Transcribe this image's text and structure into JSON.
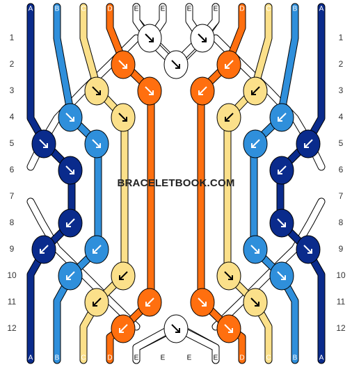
{
  "strings_top": [
    "A",
    "B",
    "C",
    "D",
    "E",
    "E",
    "E",
    "E",
    "D",
    "C",
    "B",
    "A"
  ],
  "strings_bottom": [
    "A",
    "B",
    "C",
    "D",
    "E",
    "E",
    "E",
    "E",
    "D",
    "C",
    "B",
    "A"
  ],
  "string_colors": {
    "A": "#0a2b8c",
    "B": "#2f8fdb",
    "C": "#fbe08a",
    "D": "#ff6f0f",
    "E": "#ffffff"
  },
  "rows_left": [
    "1",
    "2",
    "3",
    "4",
    "5",
    "6",
    "7",
    "8",
    "9",
    "10",
    "11",
    "12"
  ],
  "rows_right": [
    "1",
    "2",
    "3",
    "4",
    "5",
    "6",
    "7",
    "8",
    "9",
    "10",
    "11",
    "12"
  ],
  "watermark": "BRACELETBOOK.COM",
  "knots": [
    {
      "row": 1,
      "col": 4,
      "color": "E",
      "dir": "se"
    },
    {
      "row": 1,
      "col": 6,
      "color": "E",
      "dir": "se"
    },
    {
      "row": 2,
      "col": 3,
      "color": "D",
      "dir": "se"
    },
    {
      "row": 2,
      "col": 5,
      "color": "E",
      "dir": "se"
    },
    {
      "row": 2,
      "col": 7,
      "color": "D",
      "dir": "sw"
    },
    {
      "row": 3,
      "col": 2,
      "color": "C",
      "dir": "se"
    },
    {
      "row": 3,
      "col": 4,
      "color": "D",
      "dir": "se"
    },
    {
      "row": 3,
      "col": 6,
      "color": "D",
      "dir": "sw"
    },
    {
      "row": 3,
      "col": 8,
      "color": "C",
      "dir": "sw"
    },
    {
      "row": 4,
      "col": 1,
      "color": "B",
      "dir": "se"
    },
    {
      "row": 4,
      "col": 3,
      "color": "C",
      "dir": "se"
    },
    {
      "row": 4,
      "col": 7,
      "color": "C",
      "dir": "sw"
    },
    {
      "row": 4,
      "col": 9,
      "color": "B",
      "dir": "sw"
    },
    {
      "row": 5,
      "col": 0,
      "color": "A",
      "dir": "se"
    },
    {
      "row": 5,
      "col": 2,
      "color": "B",
      "dir": "se"
    },
    {
      "row": 5,
      "col": 8,
      "color": "B",
      "dir": "sw"
    },
    {
      "row": 5,
      "col": 10,
      "color": "A",
      "dir": "sw"
    },
    {
      "row": 6,
      "col": 1,
      "color": "A",
      "dir": "se"
    },
    {
      "row": 6,
      "col": 9,
      "color": "A",
      "dir": "sw"
    },
    {
      "row": 8,
      "col": 1,
      "color": "A",
      "dir": "sw"
    },
    {
      "row": 8,
      "col": 9,
      "color": "A",
      "dir": "se"
    },
    {
      "row": 9,
      "col": 0,
      "color": "A",
      "dir": "sw"
    },
    {
      "row": 9,
      "col": 2,
      "color": "B",
      "dir": "sw"
    },
    {
      "row": 9,
      "col": 8,
      "color": "B",
      "dir": "se"
    },
    {
      "row": 9,
      "col": 10,
      "color": "A",
      "dir": "se"
    },
    {
      "row": 10,
      "col": 1,
      "color": "B",
      "dir": "sw"
    },
    {
      "row": 10,
      "col": 3,
      "color": "C",
      "dir": "sw"
    },
    {
      "row": 10,
      "col": 7,
      "color": "C",
      "dir": "se"
    },
    {
      "row": 10,
      "col": 9,
      "color": "B",
      "dir": "se"
    },
    {
      "row": 11,
      "col": 2,
      "color": "C",
      "dir": "sw"
    },
    {
      "row": 11,
      "col": 4,
      "color": "D",
      "dir": "sw"
    },
    {
      "row": 11,
      "col": 6,
      "color": "D",
      "dir": "se"
    },
    {
      "row": 11,
      "col": 8,
      "color": "C",
      "dir": "se"
    },
    {
      "row": 12,
      "col": 3,
      "color": "D",
      "dir": "sw"
    },
    {
      "row": 12,
      "col": 5,
      "color": "E",
      "dir": "se"
    },
    {
      "row": 12,
      "col": 7,
      "color": "D",
      "dir": "se"
    }
  ]
}
